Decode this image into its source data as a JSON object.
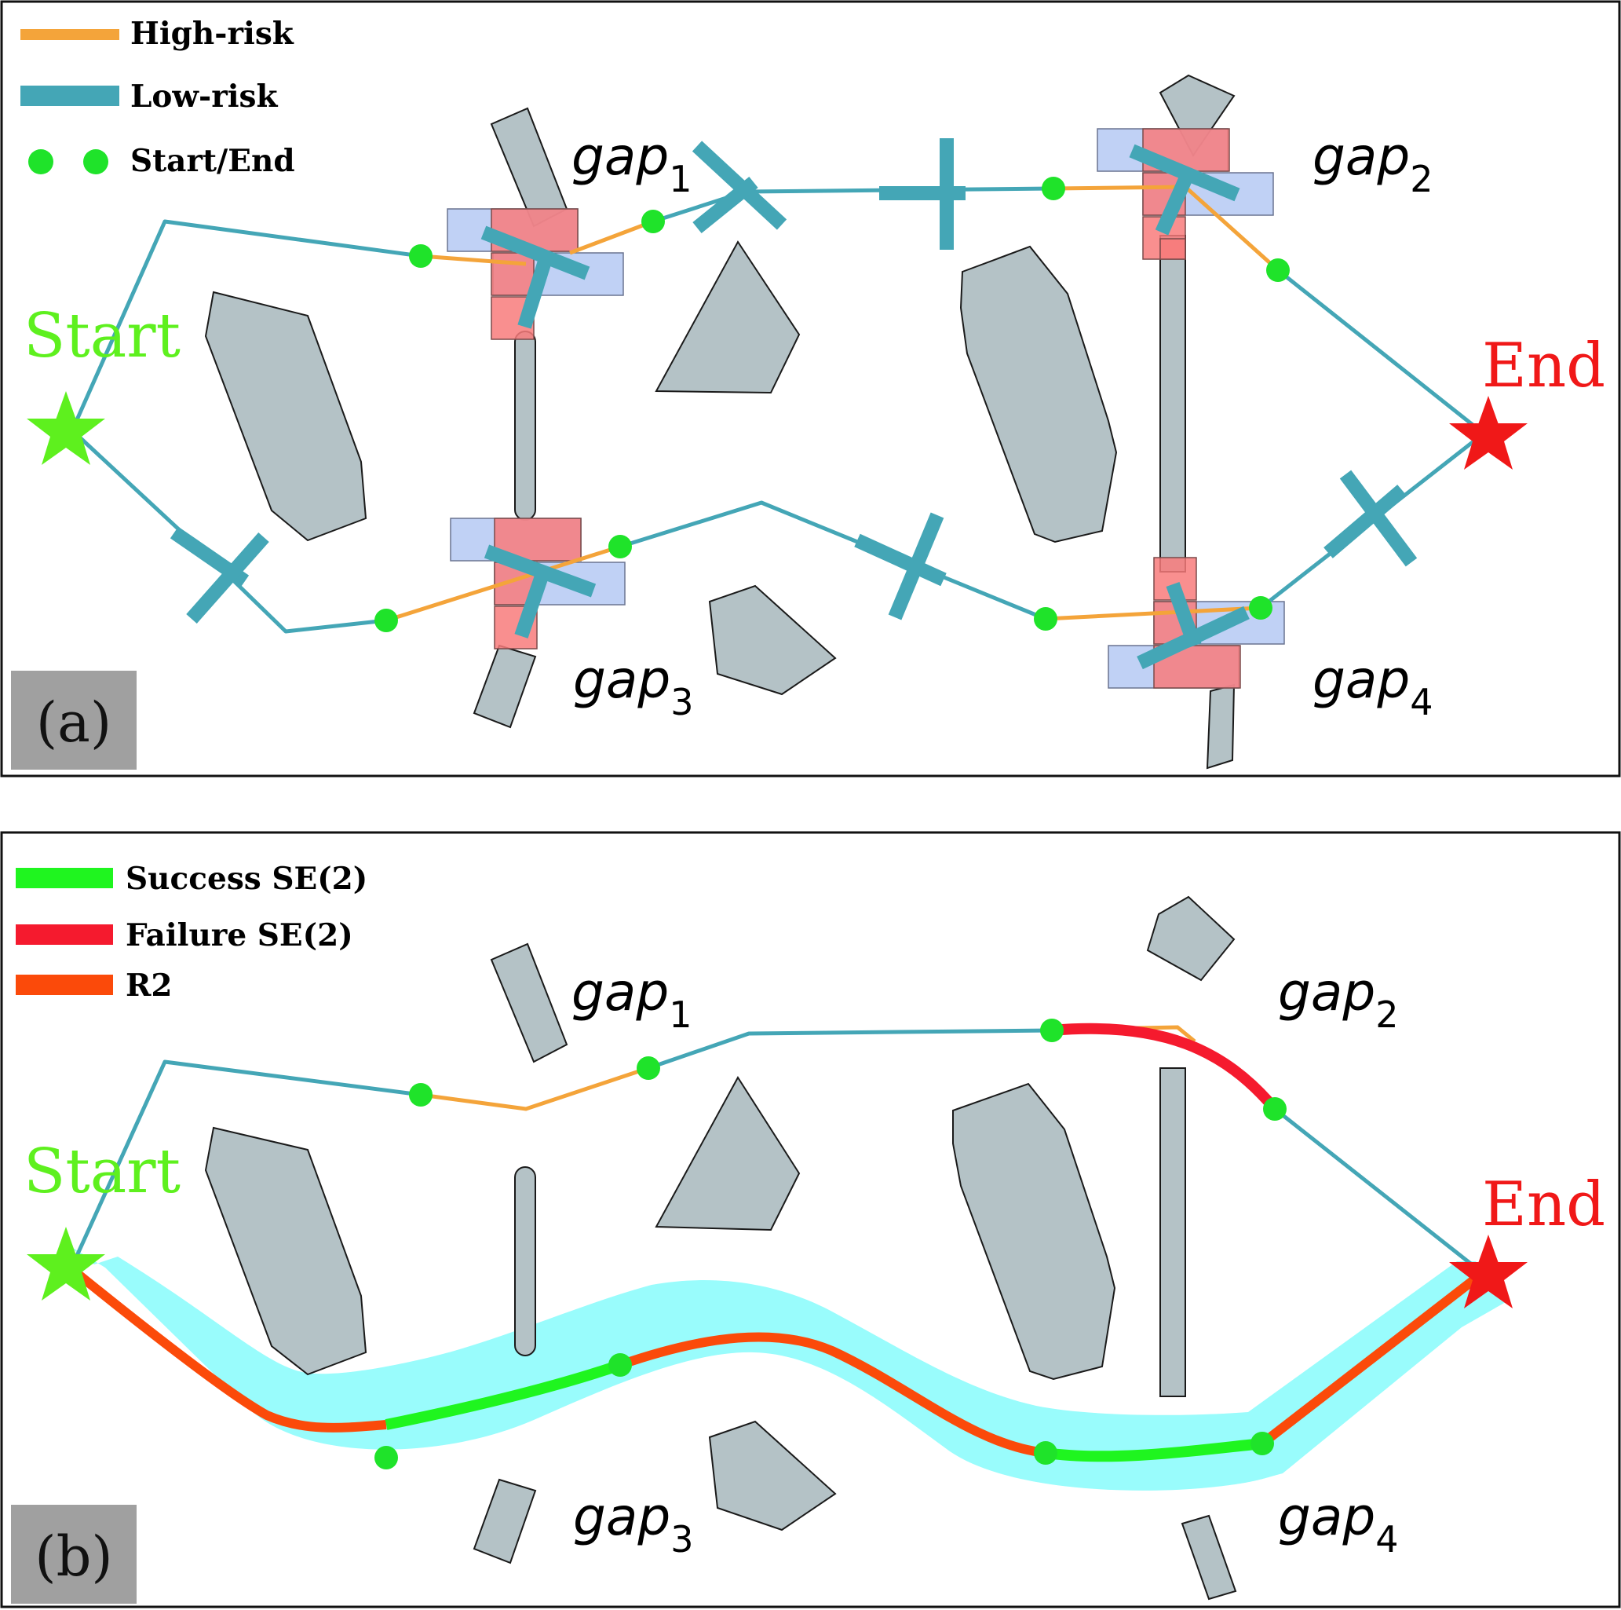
{
  "panel_a": {
    "label": "(a)",
    "legend": {
      "high_risk": "High-risk",
      "low_risk": "Low-risk",
      "start_end": "Start/End"
    },
    "start_label": "Start",
    "end_label": "End",
    "gap_word": "gap",
    "gaps": [
      "1",
      "2",
      "3",
      "4"
    ]
  },
  "panel_b": {
    "label": "(b)",
    "legend": {
      "success": "Success SE(2)",
      "failure": "Failure SE(2)",
      "r2": "R2"
    },
    "start_label": "Start",
    "end_label": "End",
    "gap_word": "gap",
    "gaps": [
      "1",
      "2",
      "3",
      "4"
    ]
  },
  "colors": {
    "high_risk": "#f4a43a",
    "low_risk": "#44a6b6",
    "start_end_dot": "#1fe32a",
    "start": "#5ef01e",
    "end": "#f01818",
    "success": "#1ff51f",
    "failure": "#f51a2e",
    "r2": "#fb4a0a",
    "corridor": "#99fcfc",
    "obstacle": "#b4c2c6"
  }
}
